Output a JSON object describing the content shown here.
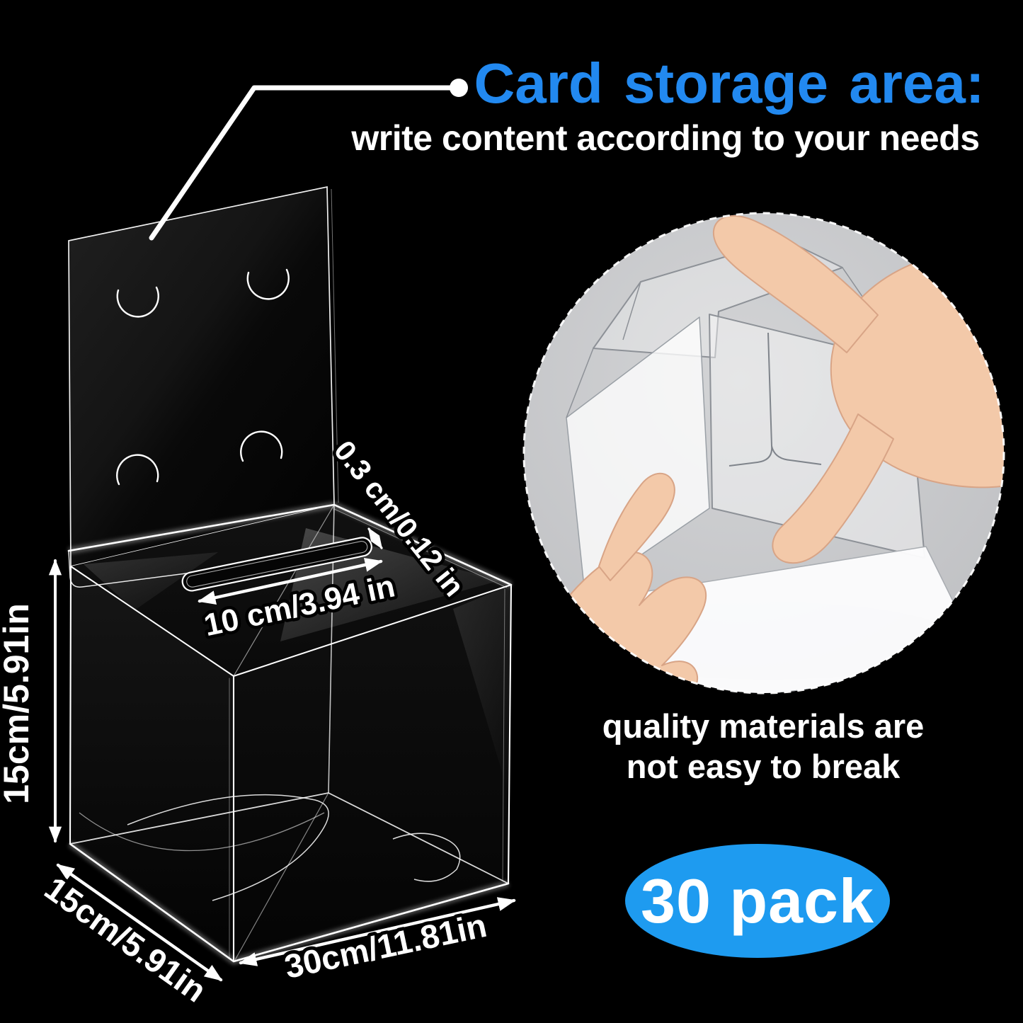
{
  "title": "Card storage area:",
  "subtitle": "write content according to your needs",
  "diagram": {
    "labels": {
      "height": "15cm/5.91in",
      "depth": "15cm/5.91in",
      "width": "30cm/11.81in",
      "slot_length": "10 cm/3.94 in",
      "slot_width": "0.3 cm/0.12 in"
    }
  },
  "photo": {
    "caption_line1": "quality materials are",
    "caption_line2": "not easy to break"
  },
  "badge": "30 pack",
  "colors": {
    "background": "#000000",
    "title_blue": "#2289f0",
    "badge_blue": "#1e9bf0",
    "line_white": "#ffffff",
    "photo_gray": "#c7c8ca"
  }
}
